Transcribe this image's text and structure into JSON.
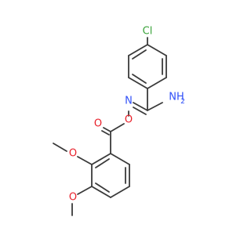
{
  "molecule": {
    "colors": {
      "bond": "#3a3a3a",
      "carbon": "#3a3a3a",
      "oxygen": "#e8202a",
      "nitrogen": "#3050f8",
      "chlorine": "#3aa33a"
    },
    "labels": {
      "chlorine": "Cl",
      "imine_nitrogen": "N",
      "oxime_oxygen": "O",
      "amine": "NH",
      "amine_h_count": "2",
      "carbonyl_oxygen": "O",
      "methoxy_oxygen_1": "O",
      "methoxy_oxygen_2": "O"
    }
  }
}
